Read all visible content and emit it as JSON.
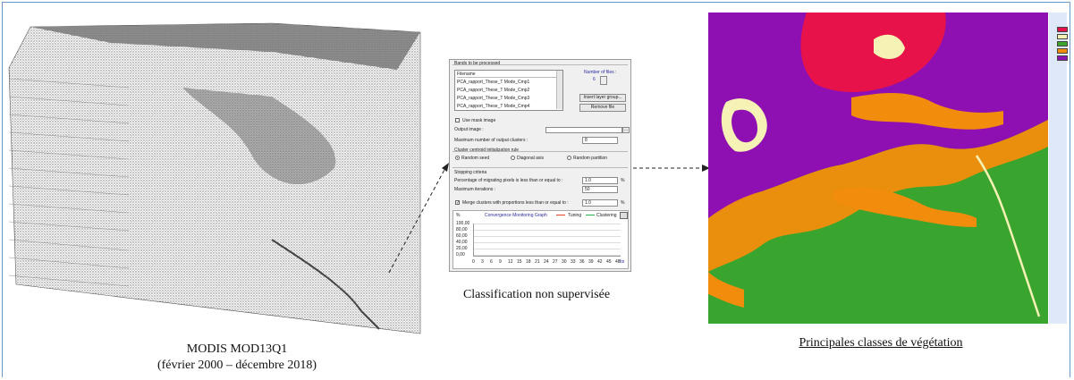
{
  "captions": {
    "modis_line1": "MODIS MOD13Q1",
    "modis_line2": "(février 2000 – décembre 2018)",
    "classification": "Classification  non supervisée",
    "vegetation": "Principales  classes  de  végétation"
  },
  "dialog": {
    "bands_group": "Bands to be processed",
    "file_header": "Filename",
    "files": [
      "PCA_rapport_These_T Mode_Cmp1",
      "PCA_rapport_These_T Mode_Cmp2",
      "PCA_rapport_These_T Mode_Cmp3",
      "PCA_rapport_These_T Mode_Cmp4"
    ],
    "num_files_label": "Number of files :",
    "num_files_value": "6",
    "insert_btn": "Insert layer group...",
    "remove_btn": "Remove file",
    "use_mask": "Use mask image",
    "output_image": "Output image :",
    "output_browse": "...",
    "max_clusters_label": "Maximum number of output clusters :",
    "max_clusters_value": "8",
    "init_rule": "Cluster centroid initialization rule",
    "radio_random_seed": "Random seed",
    "radio_diagonal": "Diagonal axis",
    "radio_random_partition": "Random partition",
    "stopping": "Stopping criteria",
    "pct_label": "Percentage of migrating pixels is less than or equal to :",
    "pct_value": "1.0",
    "pct_unit": "%",
    "max_iter_label": "Maximum iterations :",
    "max_iter_value": "50",
    "merge_label": "Merge clusters with proportions less than or equal to :",
    "merge_value": "1.0",
    "merge_unit": "%",
    "graph_pct": "%",
    "graph_title": "Convergence Monitoring Graph",
    "legend_tuning": "Tuning",
    "legend_clustering": "Clustering",
    "y_ticks": [
      "100,00",
      "80,00",
      "60,00",
      "40,00",
      "20,00",
      "0,00"
    ],
    "x_ticks": [
      "0",
      "3",
      "6",
      "9",
      "12",
      "15",
      "18",
      "21",
      "24",
      "27",
      "30",
      "33",
      "36",
      "39",
      "42",
      "45",
      "48"
    ],
    "x_unit": "Its"
  },
  "colors": {
    "frame": "#6a98c8",
    "class_red": "#e8124a",
    "class_cream": "#f6f1b4",
    "class_green": "#3aa52e",
    "class_orange": "#f28c0c",
    "class_purple": "#8e0fb2",
    "tuning_line": "#e0442a",
    "clustering_line": "#22b04b",
    "graph_title": "#2b2ba0"
  }
}
